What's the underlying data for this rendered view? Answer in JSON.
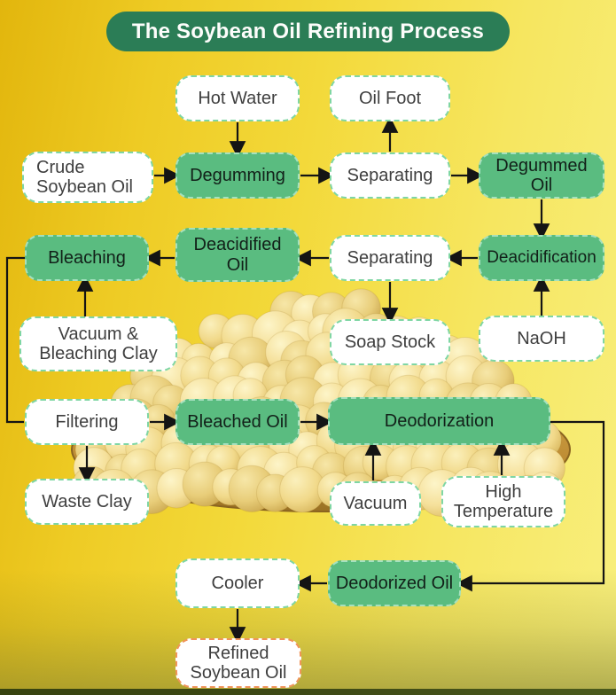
{
  "title": "The Soybean Oil Refining Process",
  "colors": {
    "banner": "#2b7d56",
    "node_green": "#5abc80",
    "node_green_border": "#a5e0bf",
    "node_white_border": "#7fd6a4",
    "refined_border": "#f0945a",
    "arrow": "#141414",
    "background_left": "#e2b60d",
    "background_right": "#f8ef7e"
  },
  "nodes": {
    "hot_water": {
      "label": "Hot Water",
      "style": "white"
    },
    "oil_foot": {
      "label": "Oil Foot",
      "style": "white"
    },
    "crude_soybean_oil": {
      "label": "Crude Soybean Oil",
      "style": "white"
    },
    "degumming": {
      "label": "Degumming",
      "style": "green"
    },
    "separating_1": {
      "label": "Separating",
      "style": "white"
    },
    "degummed_oil": {
      "label": "Degummed Oil",
      "style": "green"
    },
    "bleaching": {
      "label": "Bleaching",
      "style": "green"
    },
    "deacidified_oil": {
      "label": "Deacidified Oil",
      "style": "green"
    },
    "separating_2": {
      "label": "Separating",
      "style": "white"
    },
    "deacidification": {
      "label": "Deacidification",
      "style": "green"
    },
    "vacuum_bleaching_clay": {
      "label": "Vacuum & Bleaching Clay",
      "style": "white"
    },
    "soap_stock": {
      "label": "Soap Stock",
      "style": "white"
    },
    "naoh": {
      "label": "NaOH",
      "style": "white"
    },
    "filtering": {
      "label": "Filtering",
      "style": "white"
    },
    "bleached_oil": {
      "label": "Bleached Oil",
      "style": "green"
    },
    "deodorization": {
      "label": "Deodorization",
      "style": "green"
    },
    "waste_clay": {
      "label": "Waste Clay",
      "style": "white"
    },
    "vacuum": {
      "label": "Vacuum",
      "style": "white"
    },
    "high_temperature": {
      "label": "High Temperature",
      "style": "white"
    },
    "cooler": {
      "label": "Cooler",
      "style": "white"
    },
    "deodorized_oil": {
      "label": "Deodorized Oil",
      "style": "green"
    },
    "refined_soybean_oil": {
      "label": "Refined Soybean Oil",
      "style": "white-orange"
    }
  },
  "edges": [
    {
      "from": "hot_water",
      "to": "degumming"
    },
    {
      "from": "separating_1",
      "to": "oil_foot"
    },
    {
      "from": "crude_soybean_oil",
      "to": "degumming"
    },
    {
      "from": "degumming",
      "to": "separating_1"
    },
    {
      "from": "separating_1",
      "to": "degummed_oil"
    },
    {
      "from": "degummed_oil",
      "to": "deacidification"
    },
    {
      "from": "deacidification",
      "to": "separating_2"
    },
    {
      "from": "separating_2",
      "to": "deacidified_oil"
    },
    {
      "from": "deacidified_oil",
      "to": "bleaching"
    },
    {
      "from": "bleaching",
      "to": "filtering"
    },
    {
      "from": "vacuum_bleaching_clay",
      "to": "bleaching"
    },
    {
      "from": "separating_2",
      "to": "soap_stock"
    },
    {
      "from": "naoh",
      "to": "deacidification"
    },
    {
      "from": "filtering",
      "to": "bleached_oil"
    },
    {
      "from": "bleached_oil",
      "to": "deodorization"
    },
    {
      "from": "filtering",
      "to": "waste_clay"
    },
    {
      "from": "vacuum",
      "to": "deodorization"
    },
    {
      "from": "high_temperature",
      "to": "deodorization"
    },
    {
      "from": "deodorization",
      "to": "deodorized_oil"
    },
    {
      "from": "deodorized_oil",
      "to": "cooler"
    },
    {
      "from": "cooler",
      "to": "refined_soybean_oil"
    }
  ]
}
